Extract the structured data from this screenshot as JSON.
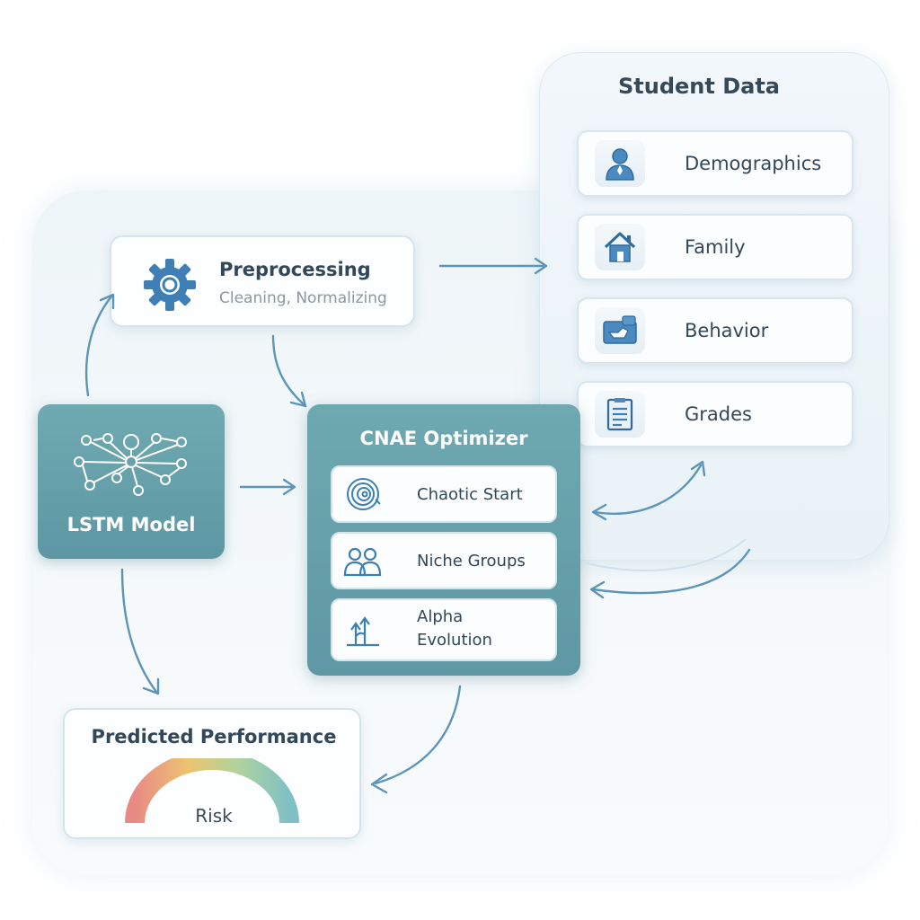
{
  "student_data": {
    "title": "Student Data",
    "items": [
      {
        "label": "Demographics",
        "icon": "person-icon"
      },
      {
        "label": "Family",
        "icon": "house-icon"
      },
      {
        "label": "Behavior",
        "icon": "behavior-icon"
      },
      {
        "label": "Grades",
        "icon": "document-icon"
      }
    ]
  },
  "preprocessing": {
    "title": "Preprocessing",
    "subtitle": "Cleaning, Normalizing",
    "icon": "gear-icon"
  },
  "lstm": {
    "label": "LSTM Model",
    "icon": "network-icon"
  },
  "cnae": {
    "title": "CNAE Optimizer",
    "items": [
      {
        "label": "Chaotic Start",
        "icon": "spiral-icon"
      },
      {
        "label": "Niche Groups",
        "icon": "group-icon"
      },
      {
        "label_line1": "Alpha",
        "label_line2": "Evolution",
        "icon": "evolution-icon"
      }
    ]
  },
  "performance": {
    "title": "Predicted Performance",
    "gauge_label": "Risk",
    "gauge_colors": [
      "#e88a84",
      "#ecc470",
      "#b3d39a",
      "#7fc0c6"
    ]
  },
  "colors": {
    "teal": "#62a0ab",
    "arrow": "#5b95b8",
    "icon_blue": "#3d7fb3"
  }
}
